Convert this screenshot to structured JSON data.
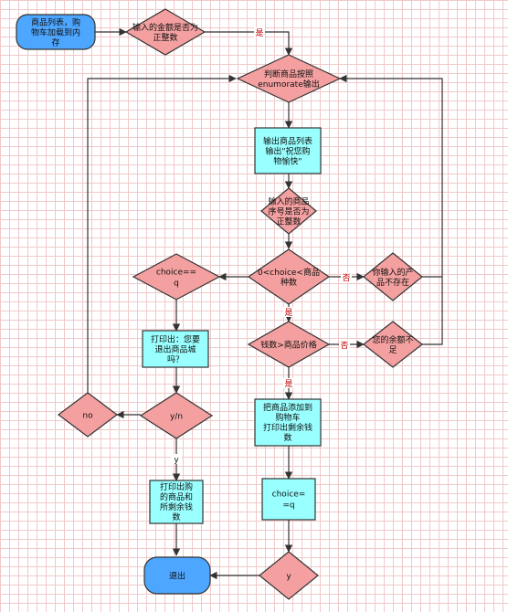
{
  "nodes": {
    "start": {
      "lines": [
        "商品列表，购",
        "物车加载到内",
        "存"
      ]
    },
    "check_money": {
      "lines": [
        "输入的金额是否为",
        "正整数"
      ]
    },
    "enumerate": {
      "lines": [
        "判断商品按照",
        "enumorate输出"
      ]
    },
    "welcome": {
      "lines": [
        "输出商品列表",
        "输出\"祝您购",
        "物愉快\""
      ]
    },
    "check_idx": {
      "lines": [
        "输入的商品",
        "序号是否为",
        "正整数"
      ]
    },
    "range": {
      "lines": [
        "0<choice<商品",
        "种数"
      ]
    },
    "not_exist": {
      "lines": [
        "你输入的产",
        "品不存在"
      ]
    },
    "price": {
      "lines": [
        "钱数>商品价格"
      ]
    },
    "no_money": {
      "lines": [
        "您的余额不",
        "足"
      ]
    },
    "choice_q": {
      "lines": [
        "choice==",
        "q"
      ]
    },
    "print_exit": {
      "lines": [
        "打印出：您要",
        "退出商品城",
        "吗？"
      ]
    },
    "yn": {
      "lines": [
        "y/n"
      ]
    },
    "no": {
      "lines": [
        "no"
      ]
    },
    "add_cart": {
      "lines": [
        "把商品添加到",
        "购物车",
        "打印出剩余钱",
        "数"
      ]
    },
    "print_goods": {
      "lines": [
        "打印出购",
        "的商品和",
        "所剩余钱",
        "数"
      ]
    },
    "set_q": {
      "lines": [
        "choice=",
        "=q"
      ]
    },
    "y_node": {
      "lines": [
        "y"
      ]
    },
    "exit": {
      "lines": [
        "退出"
      ]
    }
  },
  "edge_labels": {
    "yes1": "是",
    "no1": "否",
    "yes2": "是",
    "no2": "否",
    "yes3": "是",
    "y": "y"
  },
  "colors": {
    "diamond": "#f4a0a0",
    "process": "#99ffff",
    "terminal": "#4da6ff",
    "stroke": "#333333",
    "edge_label": "#c00000"
  }
}
